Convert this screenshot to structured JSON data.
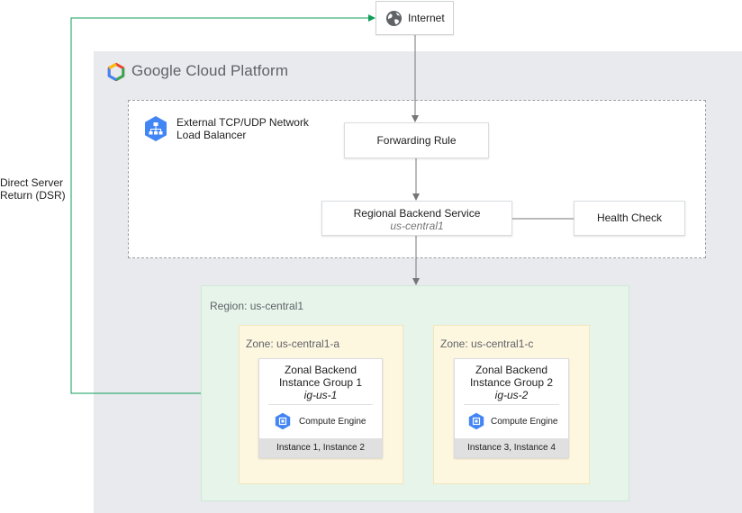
{
  "platform": {
    "title": "Google Cloud Platform"
  },
  "internet": {
    "label": "Internet"
  },
  "load_balancer": {
    "label_line1": "External TCP/UDP Network",
    "label_line2": "Load Balancer"
  },
  "forwarding_rule": {
    "label": "Forwarding Rule"
  },
  "backend_service": {
    "label": "Regional Backend Service",
    "region": "us-central1"
  },
  "health_check": {
    "label": "Health Check"
  },
  "region": {
    "label": "Region: us-central1"
  },
  "zones": [
    {
      "label": "Zone: us-central1-a",
      "instance_group": {
        "title_line1": "Zonal Backend",
        "title_line2": "Instance Group 1",
        "name": "ig-us-1",
        "service": "Compute Engine",
        "instances": "Instance 1, Instance 2"
      }
    },
    {
      "label": "Zone: us-central1-c",
      "instance_group": {
        "title_line1": "Zonal Backend",
        "title_line2": "Instance Group 2",
        "name": "ig-us-2",
        "service": "Compute Engine",
        "instances": "Instance 3, Instance 4"
      }
    }
  ],
  "dsr": {
    "label_line1": "Direct Server",
    "label_line2": "Return (DSR)"
  },
  "colors": {
    "panel": "#e8eaed",
    "region": "#e6f4ea",
    "zone": "#fef7e0",
    "dsr_line": "#0f9d58",
    "arrow": "#757575",
    "icon_blue": "#4285f4"
  },
  "icons": [
    "gcp-logo-icon",
    "globe-icon",
    "load-balancer-icon",
    "compute-engine-icon"
  ]
}
